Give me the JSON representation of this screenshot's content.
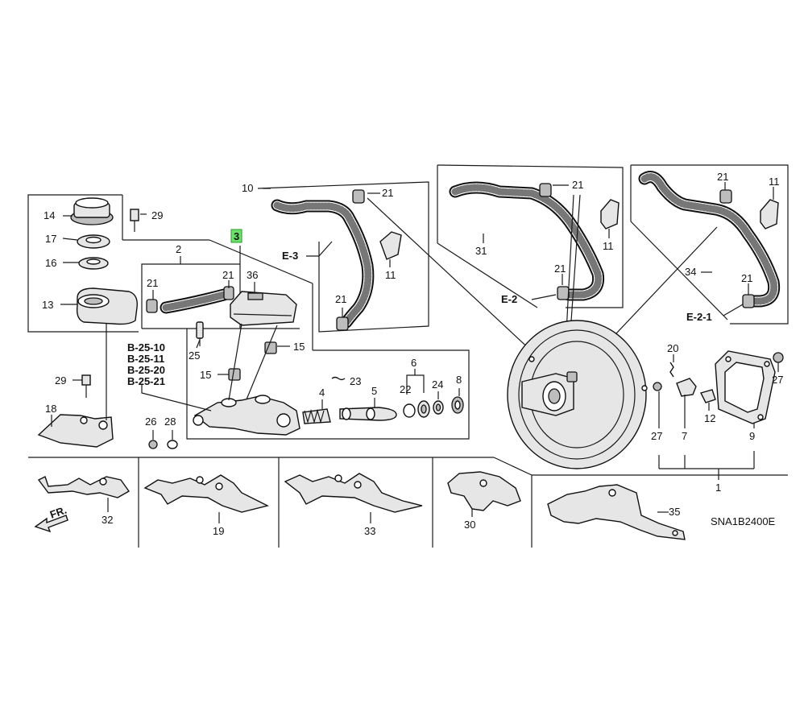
{
  "diagram": {
    "callouts": {
      "c1": "1",
      "c2": "2",
      "c3": "3",
      "c4": "4",
      "c5": "5",
      "c6": "6",
      "c7": "7",
      "c8": "8",
      "c9": "9",
      "c10": "10",
      "c11": "11",
      "c12": "12",
      "c13": "13",
      "c14": "14",
      "c15": "15",
      "c16": "16",
      "c17": "17",
      "c18": "18",
      "c19": "19",
      "c20": "20",
      "c21": "21",
      "c22": "22",
      "c23": "23",
      "c24": "24",
      "c25": "25",
      "c26": "26",
      "c27": "27",
      "c28": "28",
      "c29": "29",
      "c30": "30",
      "c31": "31",
      "c32": "32",
      "c33": "33",
      "c34": "34",
      "c35": "35",
      "c36": "36"
    },
    "references": {
      "e3": "E-3",
      "e2": "E-2",
      "e21": "E-2-1",
      "b2510": "B-25-10",
      "b2511": "B-25-11",
      "b2520": "B-25-20",
      "b2521": "B-25-21"
    },
    "direction_label": "FR.",
    "diagram_code": "SNA1B2400E",
    "highlight_color": "#6be36b"
  }
}
